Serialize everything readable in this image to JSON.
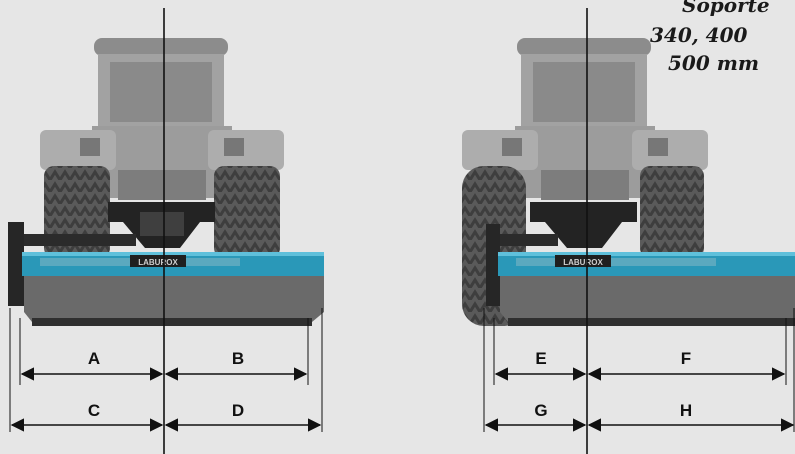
{
  "colors": {
    "background": "#e6e6e6",
    "tractor": "#9a9a9a",
    "tractor_dark": "#6f6f6f",
    "tire": "#5c5c5c",
    "mulcher_blue": "#2a98b8",
    "mulcher_body": "#6a6a6a",
    "frame": "#232323",
    "line": "#111111"
  },
  "note": {
    "line1": "Soporte",
    "line2": "340, 400",
    "line3": "500 mm"
  },
  "left_unit": {
    "brand": "LABUROX",
    "dimensions": {
      "a": "A",
      "b": "B",
      "c": "C",
      "d": "D"
    }
  },
  "right_unit": {
    "brand": "LABUROX",
    "dimensions": {
      "e": "E",
      "f": "F",
      "g": "G",
      "h": "H"
    }
  }
}
